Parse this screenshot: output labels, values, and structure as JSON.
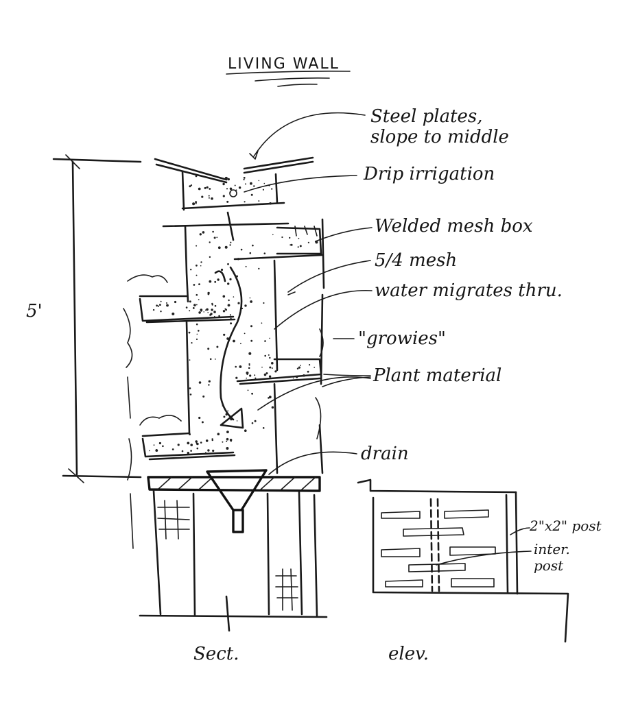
{
  "title": "LIVING WALL",
  "dimension": "5'",
  "labels": {
    "steel_plates_1": "Steel plates,",
    "steel_plates_2": "slope to middle",
    "drip": "Drip irrigation",
    "mesh_box": "Welded mesh box",
    "mesh": "5/4 mesh",
    "water": "water migrates thru.",
    "growies": "\"growies\"",
    "plant": "Plant material",
    "drain": "drain",
    "post_1": "2\"x2\" post",
    "post_2a": "inter.",
    "post_2b": "post"
  },
  "captions": {
    "section": "Sect.",
    "elevation": "elev."
  }
}
